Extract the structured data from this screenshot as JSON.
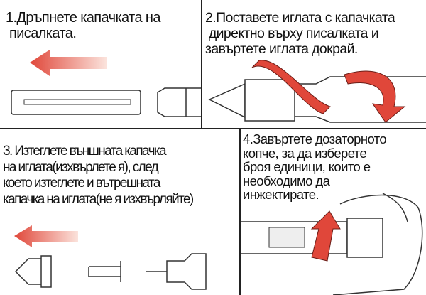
{
  "steps": [
    {
      "lines": [
        "1.Дръпнете капачката на",
        "писалката."
      ]
    },
    {
      "lines": [
        "2.Поставете иглата с капачката",
        " директно върху писалката и",
        "завъртете иглата докрай."
      ]
    },
    {
      "lines": [
        "3. Изтеглете външната капачка",
        "на иглата(изхвърлете я), след",
        "което изтеглете и вътрешната",
        "капачка на иглата(не я изхвърляйте)"
      ]
    },
    {
      "lines": [
        "4.Завъртете дозаторното",
        "копче, за да изберете",
        "броя единици, които е",
        "необходимо да",
        "инжектирате."
      ]
    }
  ],
  "colors": {
    "arrow": "#e0473a",
    "line": "#222222"
  }
}
